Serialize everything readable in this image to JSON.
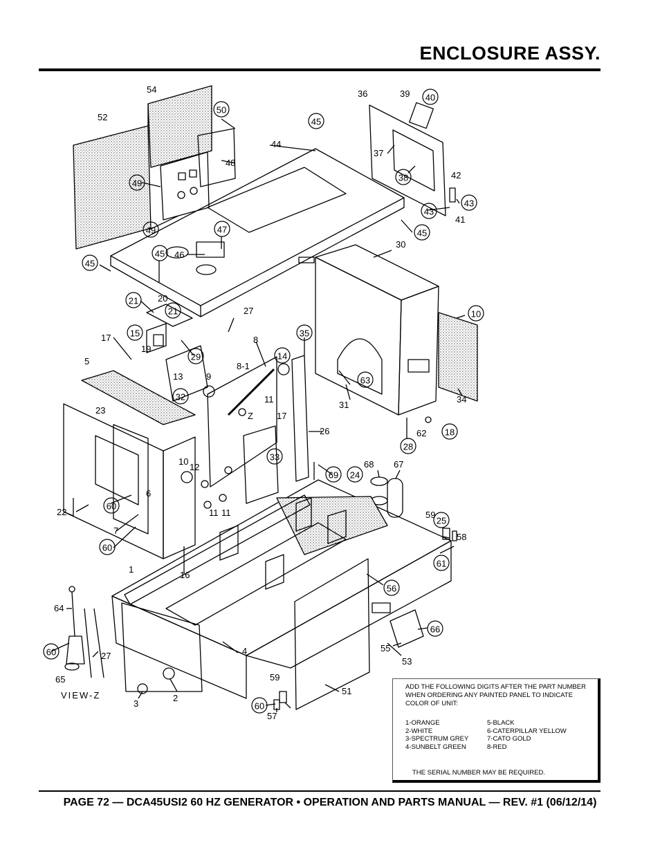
{
  "header": {
    "title": "ENCLOSURE ASSY."
  },
  "footer": {
    "text": "PAGE 72 — DCA45USI2 60 HZ GENERATOR • OPERATION AND PARTS MANUAL — REV. #1 (06/12/14)"
  },
  "diagram": {
    "circled_labels": [
      "50",
      "45",
      "40",
      "49",
      "49",
      "38",
      "43",
      "43",
      "47",
      "45",
      "45",
      "45",
      "21",
      "15",
      "21",
      "29",
      "35",
      "10",
      "14",
      "32",
      "63",
      "18",
      "33",
      "28",
      "69",
      "24",
      "60",
      "25",
      "60",
      "61",
      "56",
      "66",
      "60",
      "60"
    ],
    "plain_labels": [
      "54",
      "52",
      "36",
      "39",
      "37",
      "44",
      "48",
      "42",
      "41",
      "46",
      "30",
      "20",
      "27",
      "17",
      "8",
      "19",
      "5",
      "8-1",
      "13",
      "9",
      "11",
      "Z",
      "17",
      "31",
      "34",
      "23",
      "62",
      "26",
      "12",
      "10",
      "68",
      "67",
      "22",
      "6",
      "7",
      "11",
      "11",
      "59",
      "58",
      "16",
      "1",
      "64",
      "4",
      "55",
      "53",
      "59",
      "51",
      "27",
      "65",
      "2",
      "57",
      "3"
    ],
    "view_label": "VIEW-Z"
  },
  "note": {
    "heading": "ADD THE FOLLOWING DIGITS AFTER THE PART NUMBER WHEN ORDERING ANY PAINTED PANEL TO INDICATE COLOR OF UNIT:",
    "colors_left": [
      "1-ORANGE",
      "2-WHITE",
      "3-SPECTRUM GREY",
      "4-SUNBELT GREEN"
    ],
    "colors_right": [
      "5-BLACK",
      "6-CATERPILLAR YELLOW",
      "7-CATO GOLD",
      "8-RED"
    ],
    "footer": "THE SERIAL NUMBER MAY BE REQUIRED."
  }
}
